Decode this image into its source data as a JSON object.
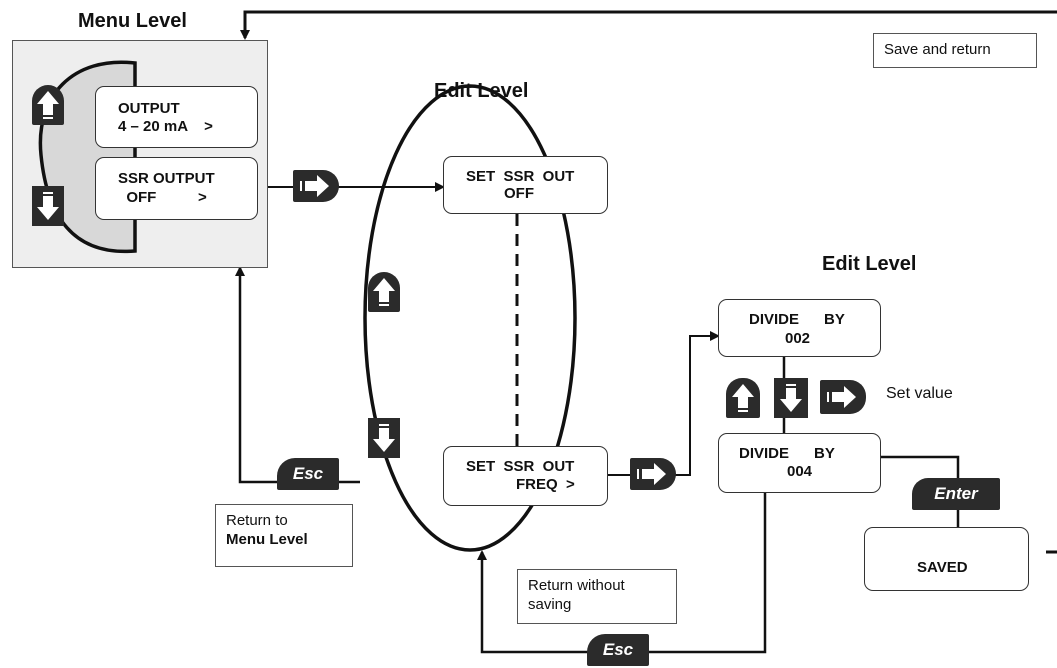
{
  "menu_level": {
    "title": "Menu Level",
    "screens": [
      {
        "line1": "OUTPUT",
        "line2": "4 – 20 mA    >"
      },
      {
        "line1": "SSR OUTPUT",
        "line2": "  OFF          >"
      }
    ]
  },
  "edit_level_1": {
    "title": "Edit Level",
    "screens": [
      {
        "line1": "SET  SSR  OUT",
        "line2": "OFF"
      },
      {
        "line1": "SET  SSR  OUT",
        "line2": "FREQ  >"
      }
    ]
  },
  "edit_level_2": {
    "title": "Edit Level",
    "screens": [
      {
        "line1": "DIVIDE      BY",
        "line2": "002"
      },
      {
        "line1": "DIVIDE      BY",
        "line2": "004"
      },
      {
        "line1": "SAVED",
        "line2": ""
      }
    ],
    "set_value_label": "Set value"
  },
  "notes": {
    "save_and_return": "Save and return",
    "return_to": "Return to",
    "menu_level_bold": "Menu Level",
    "return_without_saving_1": "Return without",
    "return_without_saving_2": "saving"
  },
  "keys": {
    "esc": "Esc",
    "enter": "Enter"
  },
  "icons": {
    "up": "up-arrow-key-icon",
    "down": "down-arrow-key-icon",
    "right": "right-arrow-key-icon"
  }
}
